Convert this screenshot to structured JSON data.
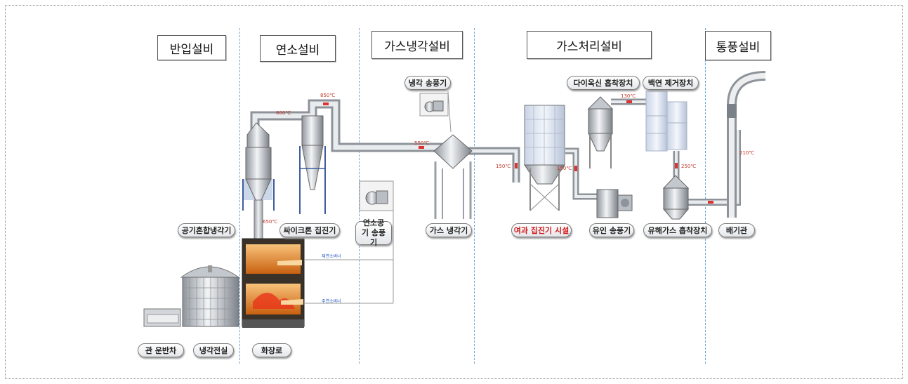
{
  "sections": {
    "receiving": "반입설비",
    "combustion": "연소설비",
    "gas_cooling": "가스냉각설비",
    "gas_treatment": "가스처리설비",
    "ventilation": "통풍설비"
  },
  "equipment": {
    "conveyor": "관 운반차",
    "cooling_chamber": "냉각전실",
    "incinerator": "화장로",
    "air_mix_cooler": "공기혼합냉각기",
    "cyclone": "싸이크론 집진기",
    "combustion_fan": "연소공기 송풍기",
    "cooling_fan": "냉각 송풍기",
    "gas_cooler": "가스 냉각기",
    "bag_filter": "여과 집진기 시설",
    "dioxin_adsorber": "다이옥신 흡착장치",
    "white_smoke_remover": "백연 제거장치",
    "induced_fan": "유인 송풍기",
    "harmful_gas_adsorber": "유해가스 흡착장치",
    "stack": "배기관"
  },
  "temperatures": {
    "t1": "800℃",
    "t2": "850℃",
    "t3": "550℃",
    "t4": "650℃",
    "t5": "150℃",
    "t6": "150℃",
    "t7": "130℃",
    "t8": "250℃",
    "t9": "210℃"
  },
  "burners": {
    "upper": "재연소버너",
    "lower": "주연소버너"
  },
  "colors": {
    "divider": "#6ea6d6",
    "pipe": "#c9ccd1",
    "flame": "#f07a22",
    "highlight_label": "#d11b1b"
  }
}
